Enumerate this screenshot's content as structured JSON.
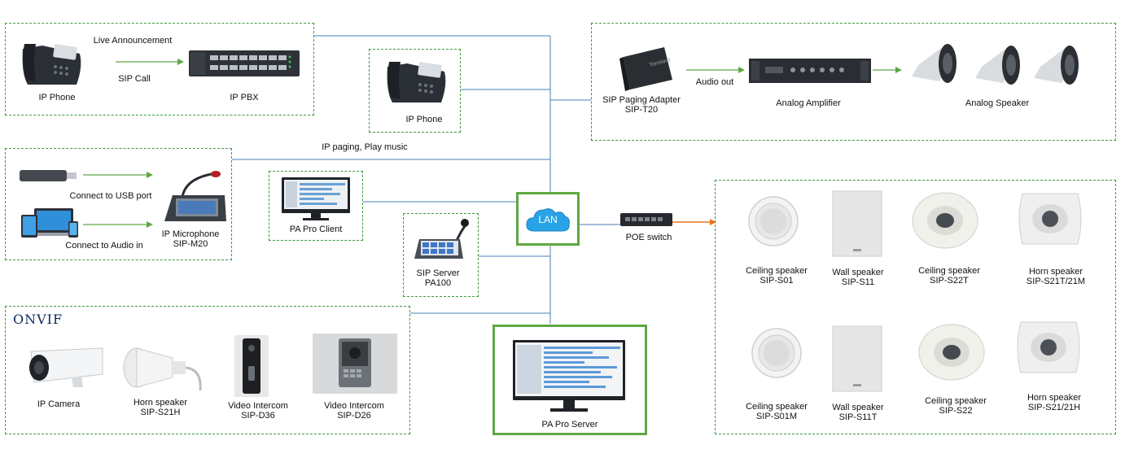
{
  "live": {
    "ip_phone": "IP Phone",
    "live_announcement": "Live Announcement",
    "sip_call": "SIP Call",
    "ip_pbx": "IP PBX"
  },
  "center": {
    "ip_phone": "IP Phone",
    "ip_paging": "IP paging, Play music",
    "pa_pro_client": "PA Pro Client",
    "lan": "LAN",
    "sip_server": "SIP Server",
    "sip_server_model": "PA100",
    "pa_pro_server": "PA Pro Server",
    "poe_switch": "POE switch"
  },
  "mic": {
    "usb": "Connect to USB port",
    "audio_in": "Connect to Audio in",
    "mic_name": "IP Microphone",
    "mic_model": "SIP-M20"
  },
  "paging": {
    "adapter_name": "SIP Paging Adapter",
    "adapter_model": "SIP-T20",
    "audio_out": "Audio out",
    "amplifier": "Analog Amplifier",
    "speaker": "Analog Speaker",
    "adapter_brand": "Tonmind"
  },
  "onvif": {
    "logo": "ONVIF",
    "devices": [
      {
        "name": "IP Camera",
        "model": ""
      },
      {
        "name": "Horn speaker",
        "model": "SIP-S21H"
      },
      {
        "name": "Video Intercom",
        "model": "SIP-D36"
      },
      {
        "name": "Video Intercom",
        "model": "SIP-D26"
      }
    ]
  },
  "speakers": [
    {
      "name": "Ceiling speaker",
      "model": "SIP-S01"
    },
    {
      "name": "Wall speaker",
      "model": "SIP-S11"
    },
    {
      "name": "Ceiling speaker",
      "model": "SIP-S22T"
    },
    {
      "name": "Horn speaker",
      "model": "SIP-S21T/21M"
    },
    {
      "name": "Ceiling speaker",
      "model": "SIP-S01M"
    },
    {
      "name": "Wall speaker",
      "model": "SIP-S11T"
    },
    {
      "name": "Ceiling speaker",
      "model": "SIP-S22"
    },
    {
      "name": "Horn speaker",
      "model": "SIP-S21/21H"
    }
  ]
}
